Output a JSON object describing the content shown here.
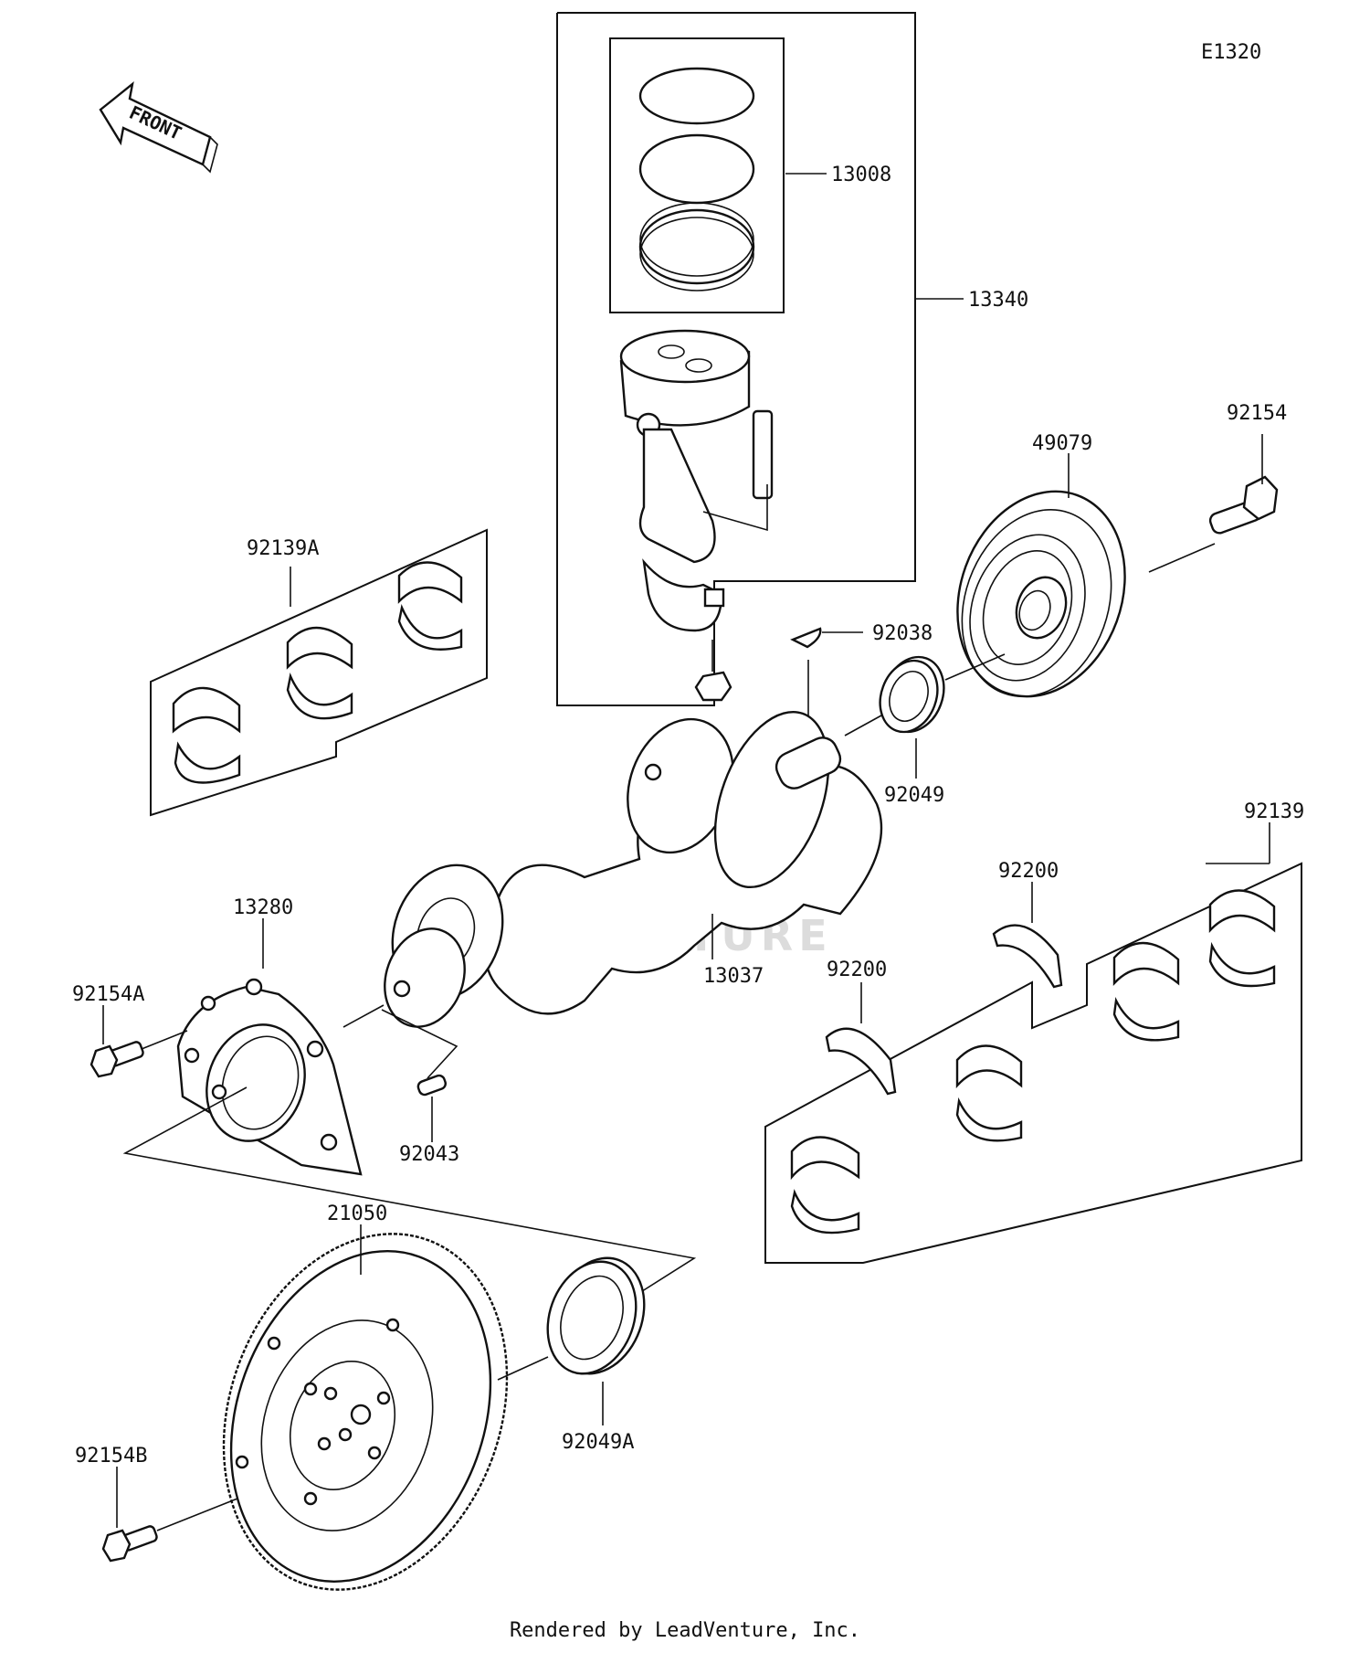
{
  "diagram_code": "E1320",
  "direction_label": "FRONT",
  "watermark": "LEADVENTURE",
  "footer": "Rendered by LeadVenture, Inc.",
  "parts": {
    "p13008": "13008",
    "p13340": "13340",
    "p92154": "92154",
    "p49079": "49079",
    "p92139A": "92139A",
    "p92038": "92038",
    "p92049": "92049",
    "p92139": "92139",
    "p92200_upper": "92200",
    "p92200_lower": "92200",
    "p13280": "13280",
    "p13037": "13037",
    "p92154A": "92154A",
    "p92043": "92043",
    "p21050": "21050",
    "p92049A": "92049A",
    "p92154B": "92154B"
  }
}
